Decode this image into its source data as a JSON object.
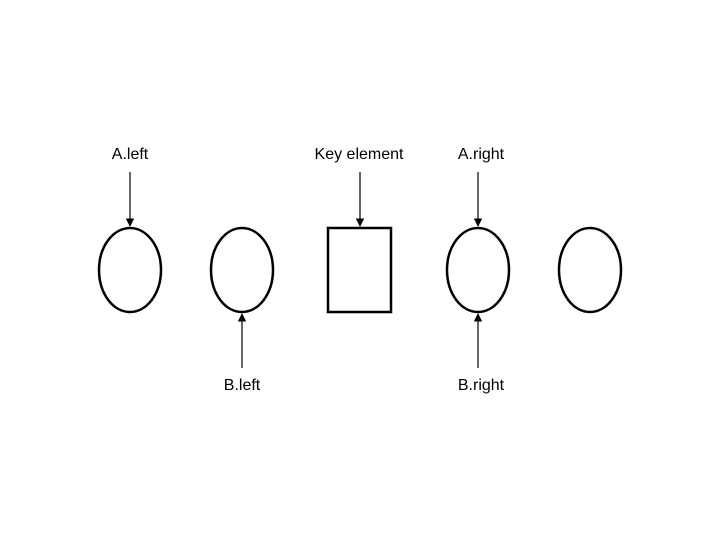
{
  "labels": {
    "a_left": "A.left",
    "key_element": "Key element",
    "a_right": "A.right",
    "b_left": "B.left",
    "b_right": "B.right"
  },
  "colors": {
    "stroke": "#000000",
    "background": "#ffffff"
  }
}
